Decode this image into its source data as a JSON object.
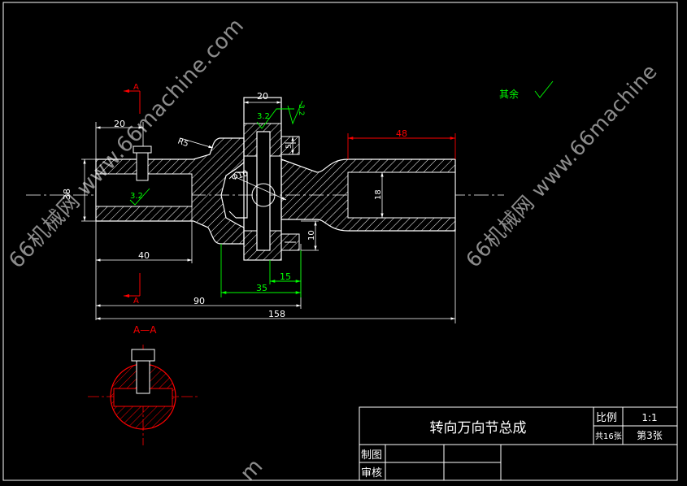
{
  "drawing": {
    "background": "#000000",
    "colors": {
      "outline": "#ffffff",
      "dimension": "#ffffff",
      "hatch": "#ffffff",
      "section": "#ff0000",
      "roughness": "#00ff00",
      "watermark": "#ffffff"
    },
    "roughness_general": {
      "label": "其余"
    },
    "dimensions": {
      "d20_left": "20",
      "d20_top": "20",
      "d48_top": "48",
      "d38": "38",
      "d40": "40",
      "d90": "90",
      "d158": "158",
      "d35": "35",
      "d15": "15",
      "d10": "10",
      "d5": "5",
      "d18": "18",
      "r5": "R5",
      "phi10": "Φ10"
    },
    "roughness_marks": {
      "r1": "3.2",
      "r2": "3.2",
      "r3": "3.2"
    },
    "section": {
      "cut_label_top": "A",
      "cut_label_bottom": "A",
      "view_title": "A—A"
    }
  },
  "title_block": {
    "title": "转向万向节总成",
    "scale_label": "比例",
    "scale_value": "1:1",
    "total_sheets": "共16张",
    "sheet_no": "第3张",
    "drawn_label": "制图",
    "checked_label": "审核"
  },
  "watermarks": [
    {
      "text": "66机械网 www.66machine.com"
    },
    {
      "text": "66机械网 www.66machine"
    },
    {
      "text": "m"
    }
  ]
}
